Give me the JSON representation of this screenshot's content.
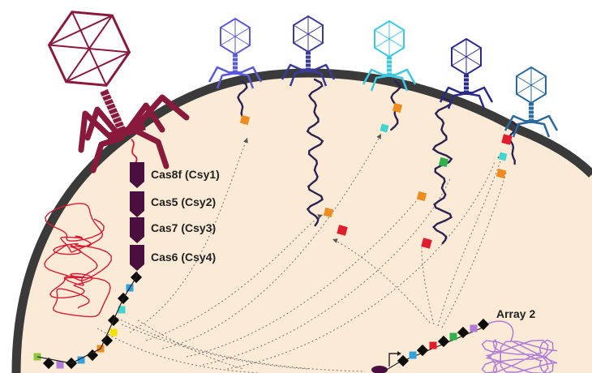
{
  "labels": {
    "cas8f": "Cas8f (Csy1)",
    "cas5": "Cas5 (Csy2)",
    "cas7": "Cas7 (Csy3)",
    "cas6": "Cas6 (Csy4)",
    "array2": "Array 2"
  },
  "colors": {
    "background": "#ffffff",
    "cell_wall": "#3a3a3a",
    "cytoplasm": "#fbebd6",
    "cas_protein": "#4a0f3e",
    "large_phage": "#8a1a3c",
    "phage_dna": "#2d2250",
    "chromosome": "#d81b35",
    "array2_dna": "#b07cd8",
    "dotted_path": "#555555"
  },
  "small_phage_colors": [
    "#5a5ad8",
    "#3a3a9c",
    "#3ac8e4",
    "#2a2a8c",
    "#2a6aa0"
  ],
  "spacer_colors": [
    "#0d0d0d",
    "#31a2dd",
    "#40d6cf",
    "#f4e100",
    "#ef8c1f",
    "#e01d2e",
    "#2fb24c",
    "#b07cd8",
    "#8dc63f"
  ],
  "icons": [
    "large-phage-icon",
    "small-phage-icon",
    "cas-protein-icon",
    "spacer-square-icon",
    "chromosome-icon",
    "promoter-arrow-icon"
  ]
}
